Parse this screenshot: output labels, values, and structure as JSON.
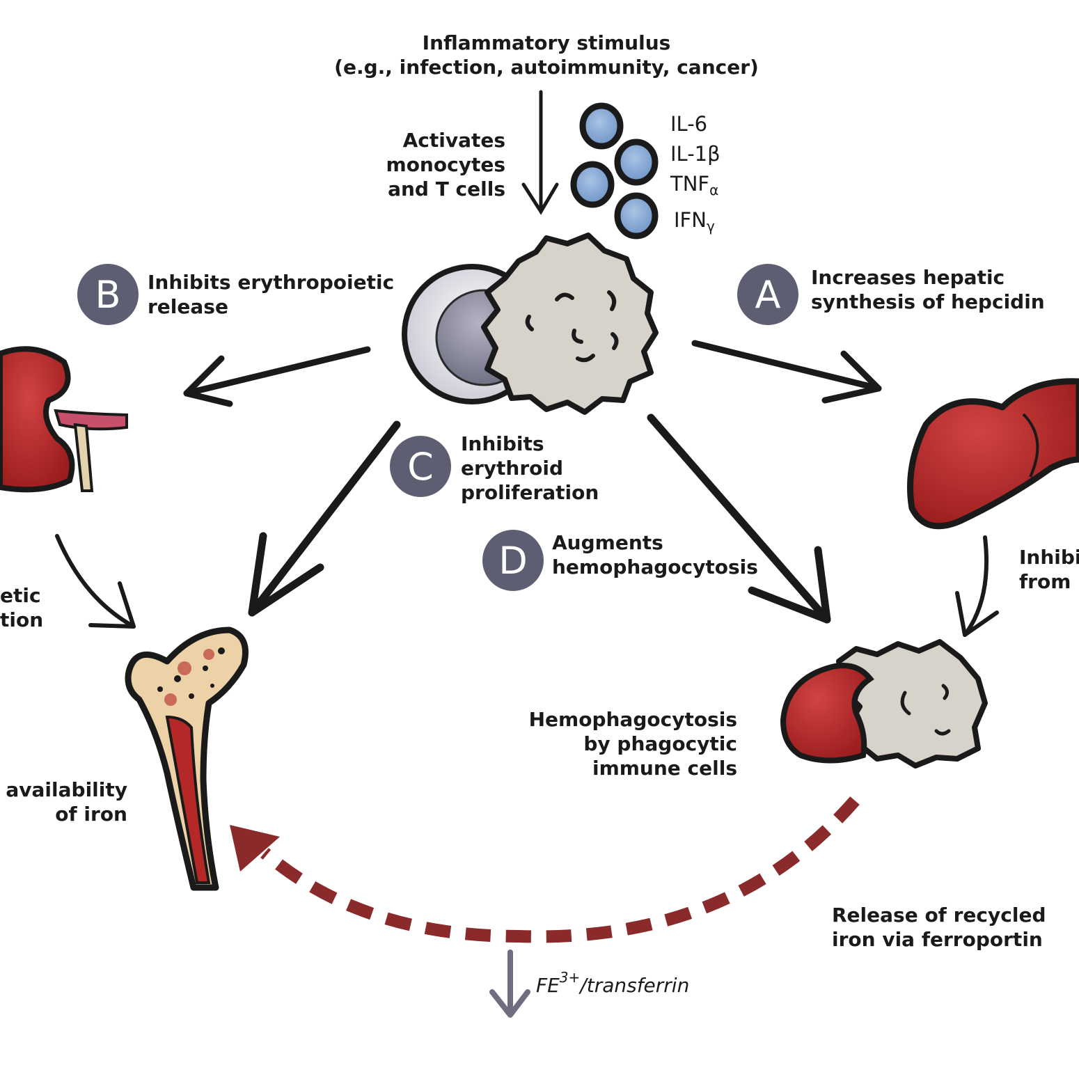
{
  "stimulus": {
    "line1": "Inflammatory stimulus",
    "line2": "(e.g., infection, autoimmunity, cancer)"
  },
  "activates": {
    "line1": "Activates",
    "line2": "monocytes",
    "line3": "and T cells"
  },
  "cytokines": {
    "il6": "IL-6",
    "il1b": "IL-1β",
    "tnf_base": "TNF",
    "tnf_sub": "α",
    "ifn_base": "IFN",
    "ifn_sub": "γ"
  },
  "badges": {
    "a": "A",
    "b": "B",
    "c": "C",
    "d": "D"
  },
  "mechanisms": {
    "a": {
      "line1": "Increases hepatic",
      "line2": "synthesis of hepcidin"
    },
    "b": {
      "line1": "Inhibits erythropoietic",
      "line2": "release"
    },
    "c": {
      "line1": "Inhibits",
      "line2": "erythroid",
      "line3": "proliferation"
    },
    "d": {
      "line1": "Augments",
      "line2": "hemophagocytosis"
    }
  },
  "left_partial": {
    "line1": "etic",
    "line2": "tion"
  },
  "right_partial": {
    "line1": "Inhibi",
    "line2": "from"
  },
  "iron_availability": {
    "line1": "availability",
    "line2": "of iron"
  },
  "hemophagocytosis": {
    "line1": "Hemophagocytosis",
    "line2": "by phagocytic",
    "line3": "immune cells"
  },
  "release": {
    "line1": "Release of recycled",
    "line2": "iron via ferroportin"
  },
  "transferrin": {
    "base": "FE",
    "sup": "3+",
    "suffix": "/transferrin"
  },
  "colors": {
    "ink": "#1a1a1a",
    "organ_red": "#b42828",
    "dash_red": "#8a2a2a",
    "badge": "#5e5e72",
    "cytokine": "#8fb0d8",
    "gray_arrow": "#6e6e80",
    "bone": "#ecd2a6"
  }
}
